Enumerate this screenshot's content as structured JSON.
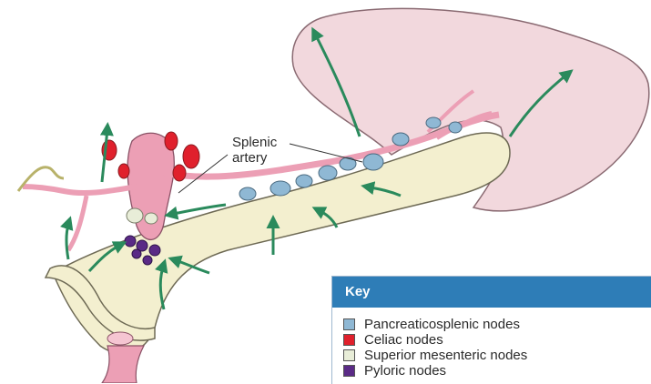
{
  "callout": {
    "line1": "Splenic",
    "line2": "artery"
  },
  "key": {
    "title": "Key",
    "items": [
      {
        "label": "Pancreaticosplenic nodes",
        "color": "#8fb8d4"
      },
      {
        "label": "Celiac nodes",
        "color": "#e0202c"
      },
      {
        "label": "Superior mesenteric nodes",
        "color": "#e8edd8"
      },
      {
        "label": "Pyloric nodes",
        "color": "#5a2a86"
      }
    ]
  },
  "colors": {
    "pancreas": "#f3efcf",
    "spleen": "#f2d8dd",
    "vessels": "#ec9fb5",
    "arrows": "#2a8a5c"
  }
}
